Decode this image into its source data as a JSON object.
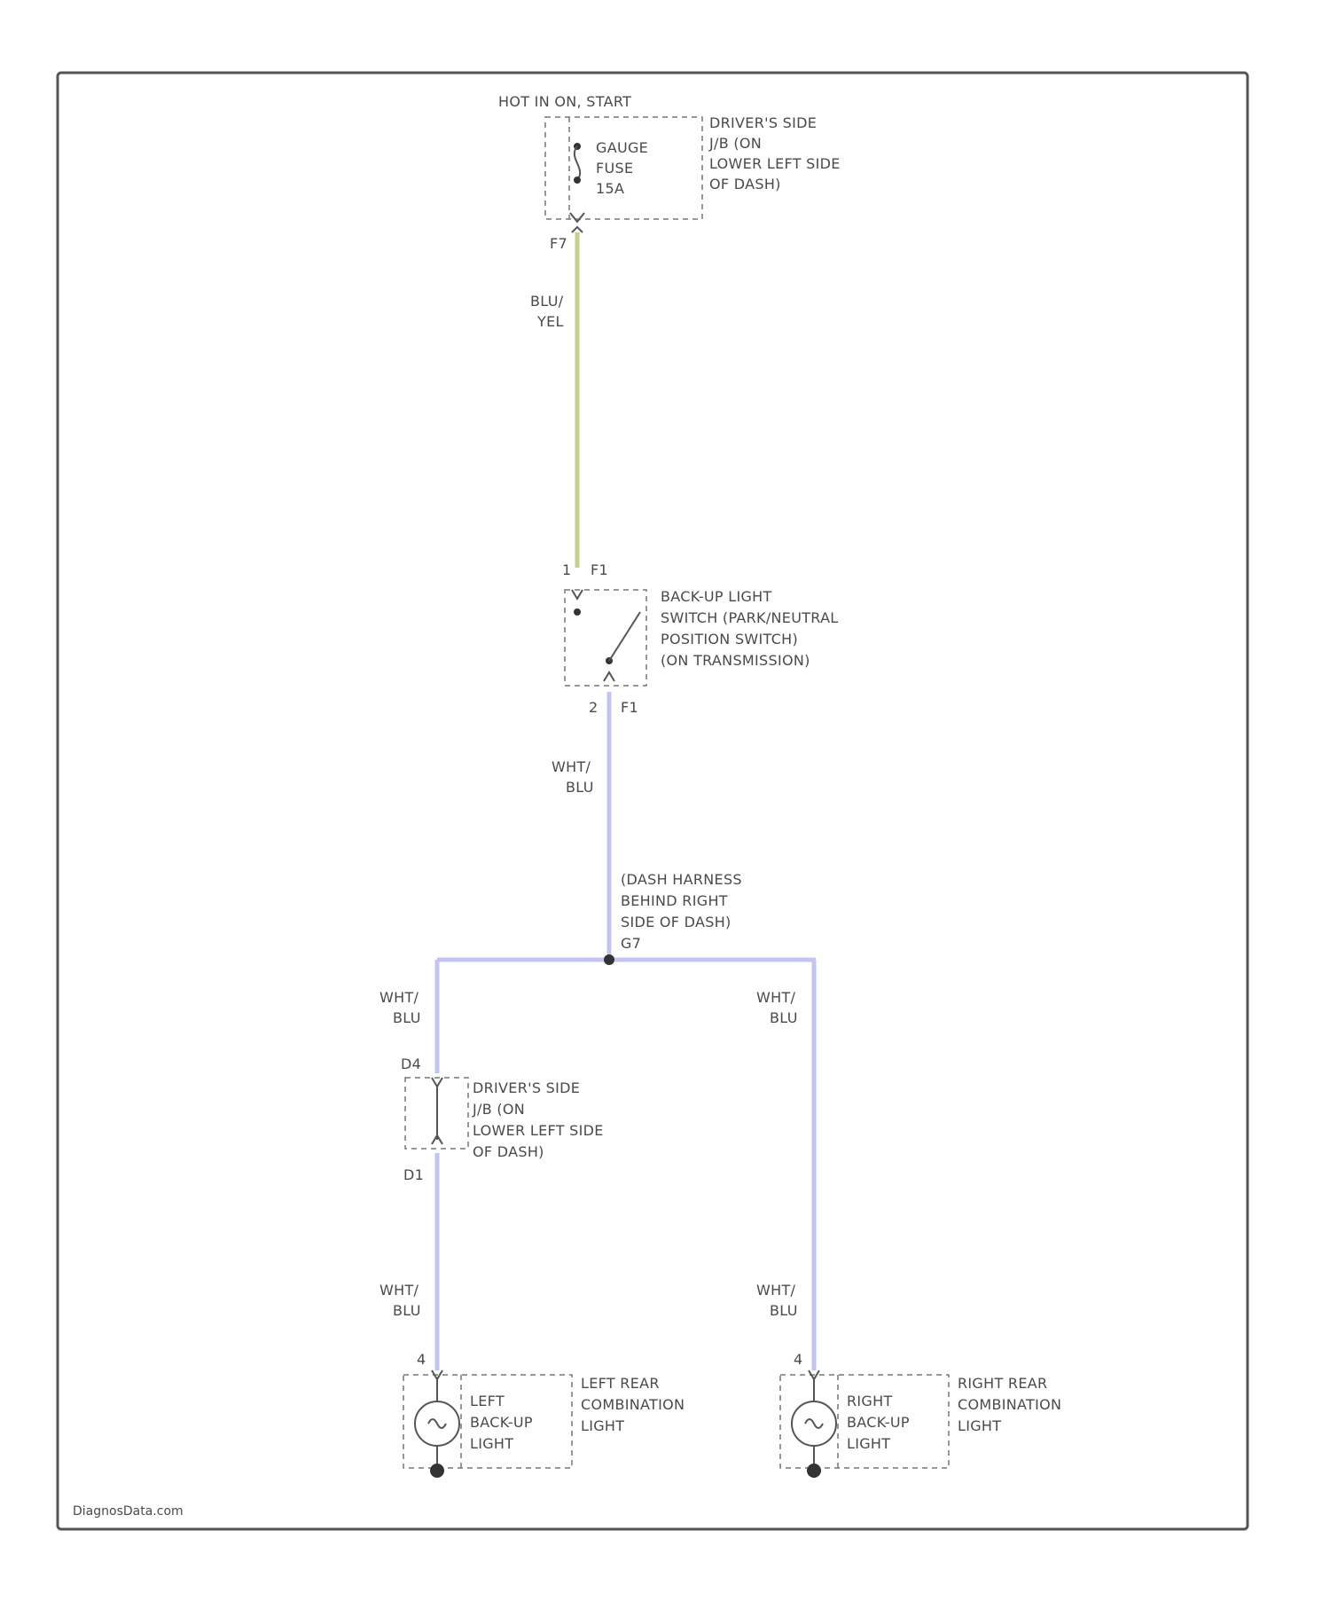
{
  "fuse": {
    "header": "HOT IN ON, START",
    "name_lines": [
      "GAUGE",
      "FUSE",
      "15A"
    ],
    "location_lines": [
      "DRIVER'S SIDE",
      "J/B (ON",
      "LOWER LEFT SIDE",
      "OF DASH)"
    ],
    "pin": "F7"
  },
  "wire_fuse_to_switch": {
    "color_lines": [
      "BLU/",
      "YEL"
    ],
    "stroke": "#c8cf8c"
  },
  "switch": {
    "pin_top_num": "1",
    "pin_top_conn": "F1",
    "name_lines": [
      "BACK-UP LIGHT",
      "SWITCH (PARK/NEUTRAL",
      "POSITION SWITCH)",
      "(ON TRANSMISSION)"
    ],
    "pin_bottom_num": "2",
    "pin_bottom_conn": "F1"
  },
  "wire_switch_out": {
    "color_lines": [
      "WHT/",
      "BLU"
    ],
    "stroke": "#c4c4f2"
  },
  "splice": {
    "label_lines": [
      "(DASH HARNESS",
      "BEHIND RIGHT",
      "SIDE OF DASH)"
    ],
    "id": "G7"
  },
  "left_branch": {
    "upper_wire_color": [
      "WHT/",
      "BLU"
    ],
    "connector_top": "D4",
    "connector_bottom": "D1",
    "jb_location_lines": [
      "DRIVER'S SIDE",
      "J/B (ON",
      "LOWER LEFT SIDE",
      "OF DASH)"
    ],
    "lower_wire_color": [
      "WHT/",
      "BLU"
    ],
    "pin": "4",
    "bulb_lines": [
      "LEFT",
      "BACK-UP",
      "LIGHT"
    ],
    "assembly_lines": [
      "LEFT REAR",
      "COMBINATION",
      "LIGHT"
    ]
  },
  "right_branch": {
    "upper_wire_color": [
      "WHT/",
      "BLU"
    ],
    "lower_wire_color": [
      "WHT/",
      "BLU"
    ],
    "pin": "4",
    "bulb_lines": [
      "RIGHT",
      "BACK-UP",
      "LIGHT"
    ],
    "assembly_lines": [
      "RIGHT REAR",
      "COMBINATION",
      "LIGHT"
    ]
  },
  "watermark": "DiagnosData.com",
  "colors": {
    "frame": "#555555",
    "wire_blu_yel": "#c8cf8c",
    "wire_wht_blu": "#c4c4f2",
    "text": "#4a4a4a"
  }
}
